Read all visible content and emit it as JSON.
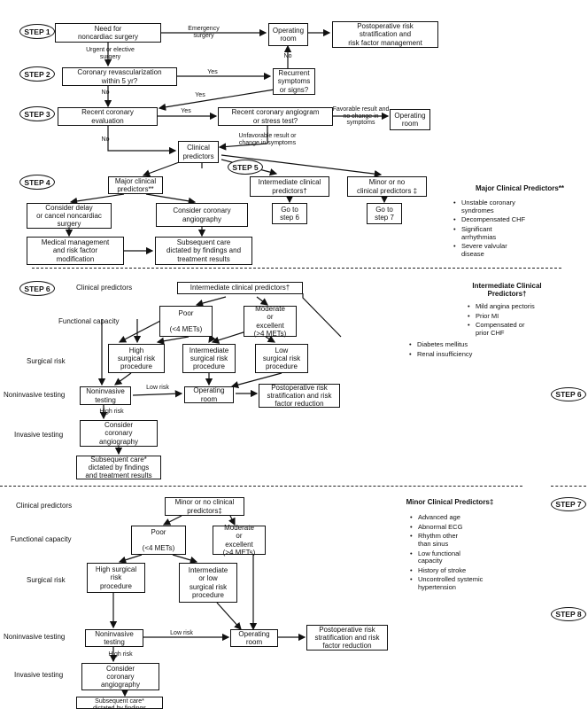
{
  "steps": [
    "STEP 1",
    "STEP 2",
    "STEP 3",
    "STEP 4",
    "STEP 5",
    "STEP 6",
    "STEP 6",
    "STEP 7",
    "STEP 8"
  ],
  "boxes": {
    "need_surgery": "Need for\nnoncardiac surgery",
    "operating_room_1": "Operating\nroom",
    "postop_1": "Postoperative risk\nstratification and\nrisk factor management",
    "revasc": "Coronary revascularization\nwithin 5 yr?",
    "recurrent": "Recurrent\nsymptoms\nor signs?",
    "recent_eval": "Recent coronary\nevaluation",
    "recent_angio": "Recent coronary angiogram\nor stress test?",
    "operating_room_3": "Operating\nroom",
    "clinical_predictors": "Clinical\npredictors",
    "major": "Major clinical\npredictors**",
    "intermediate": "Intermediate clinical\npredictors†",
    "minor": "Minor or no\nclinical predictors ‡",
    "delay": "Consider delay\nor cancel noncardiac\nsurgery",
    "consider_angio_4": "Consider coronary\nangiography",
    "goto6": "Go to\nstep 6",
    "goto7": "Go to\nstep 7",
    "medical_mgmt": "Medical management\nand risk factor\nmodification",
    "subsequent_4": "Subsequent care\ndictated by findings and\ntreatment results",
    "s6_intermediate": "Intermediate clinical predictors†",
    "s6_poor": "Poor\n\n(<4 METs)",
    "s6_moderate": "Moderate\nor\nexcellent\n(>4 METs)",
    "s6_high": "High\nsurgical risk\nprocedure",
    "s6_intermed_proc": "Intermediate\nsurgical risk\nprocedure",
    "s6_low": "Low\nsurgical risk\nprocedure",
    "s6_noninvasive": "Noninvasive\ntesting",
    "s6_or": "Operating\nroom",
    "s6_postop": "Postoperative risk\nstratification and risk\nfactor reduction",
    "s6_angio": "Consider\ncoronary\nangiography",
    "s6_subsequent": "Subsequent care*\ndictated by findings\nand treatment results",
    "s7_minor": "Minor or no clinical\npredictors‡",
    "s7_poor": "Poor\n\n(<4 METs)",
    "s7_moderate": "Moderate\nor\nexcellent\n(>4 METs)",
    "s7_high": "High surgical\nrisk\nprocedure",
    "s7_intermed_low": "Intermediate\nor low\nsurgical risk\nprocedure",
    "s7_noninvasive": "Noninvasive\ntesting",
    "s7_or": "Operating\nroom",
    "s7_postop": "Postoperative risk\nstratification and risk\nfactor reduction",
    "s7_angio": "Consider\ncoronary\nangiography",
    "s7_subsequent": "Subsequent care*\ndictated by findings\nand treatment results"
  },
  "edge_labels": {
    "emergency": "Emergency\nsurgery",
    "urgent": "Urgent or elective\nsurgery",
    "no_1": "No",
    "yes_2": "Yes",
    "no_2": "No",
    "yes_2b": "Yes",
    "yes_3": "Yes",
    "no_3": "No",
    "favorable": "Favorable result and\nno change in\nsymptoms",
    "unfavorable": "Unfavorable result or\nchange in symptoms",
    "s6_low_risk": "Low risk",
    "s6_high_risk": "High risk",
    "s7_low_risk": "Low risk",
    "s7_high_risk": "High risk"
  },
  "row_labels": {
    "s6_clinical": "Clinical predictors",
    "s6_functional": "Functional capacity",
    "s6_surgical": "Surgical risk",
    "s6_noninvasive": "Noninvasive testing",
    "s6_invasive": "Invasive testing",
    "s7_clinical": "Clinical predictors",
    "s7_functional": "Functional capacity",
    "s7_surgical": "Surgical risk",
    "s7_noninvasive": "Noninvasive testing",
    "s7_invasive": "Invasive testing"
  },
  "predictor_panels": {
    "major": {
      "title": "Major Clinical Predictors**",
      "items": [
        "Unstable coronary\nsyndromes",
        "Decompensated CHF",
        "Significant\narrhythmias",
        "Severe valvular\ndisease"
      ]
    },
    "intermediate": {
      "title": "Intermediate Clinical\nPredictors†",
      "items": [
        "Mild angina pectoris",
        "Prior MI",
        "Compensated or\nprior CHF",
        "Diabetes mellitus",
        "Renal insufficiency"
      ]
    },
    "minor": {
      "title": "Minor Clinical Predictors‡",
      "items": [
        "Advanced age",
        "Abnormal ECG",
        "Rhythm other\nthan sinus",
        "Low functional\ncapacity",
        "History of stroke",
        "Uncontrolled systemic\nhypertension"
      ]
    }
  }
}
